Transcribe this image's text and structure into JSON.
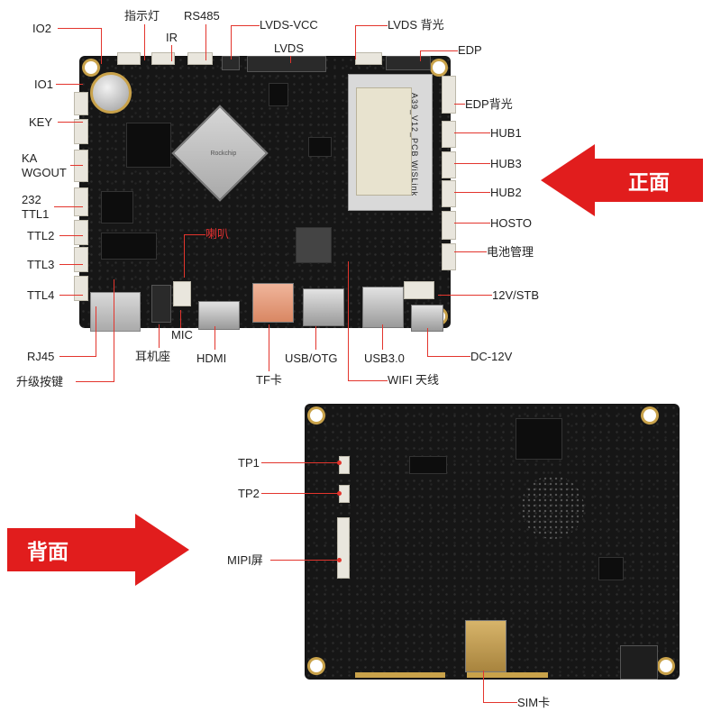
{
  "front_labels": {
    "io2": "IO2",
    "io1": "IO1",
    "key": "KEY",
    "ka": "KA",
    "wgout": "WGOUT",
    "l232": "232",
    "ttl1": "TTL1",
    "ttl2": "TTL2",
    "ttl3": "TTL3",
    "ttl4": "TTL4",
    "rj45": "RJ45",
    "upgrade_key": "升级按键",
    "indicator_light": "指示灯",
    "ir": "IR",
    "rs485": "RS485",
    "lvds_vcc": "LVDS-VCC",
    "lvds": "LVDS",
    "lvds_backlight": "LVDS 背光",
    "edp": "EDP",
    "edp_backlight": "EDP背光",
    "hub1": "HUB1",
    "hub3": "HUB3",
    "hub2": "HUB2",
    "hosto": "HOSTO",
    "battery_mgmt": "电池管理",
    "stb": "12V/STB",
    "dc12v": "DC-12V",
    "usb3": "USB3.0",
    "wifi_antenna": "WIFI 天线",
    "usb_otg": "USB/OTG",
    "tf_card": "TF卡",
    "hdmi": "HDMI",
    "headphone": "耳机座",
    "mic": "MIC",
    "speaker": "喇叭"
  },
  "back_labels": {
    "tp1": "TP1",
    "tp2": "TP2",
    "mipi": "MIPI屏",
    "sim": "SIM卡"
  },
  "banners": {
    "front": "正面",
    "back": "背面"
  },
  "board_marks": {
    "soc_brand": "Rockchip",
    "wifi_module": "A39_V12_PCB",
    "wifi_brand": "WiSLink"
  },
  "colors": {
    "accent": "#e11d1d",
    "leader": "#e3352d",
    "pcb": "#161616"
  }
}
